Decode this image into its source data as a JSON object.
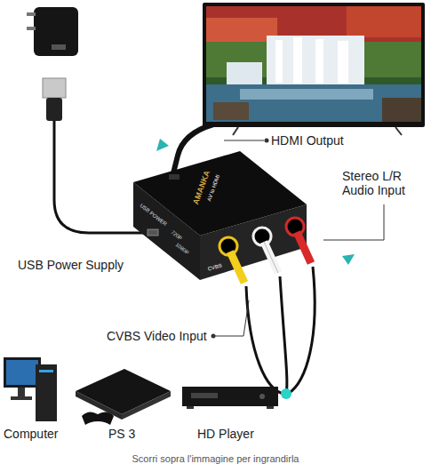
{
  "diagram": {
    "caption": "Scorri sopra l'immagine per ingrandirla",
    "labels": [
      "HDMI Output",
      "Stereo L/R Audio Input",
      "USB Power Supply",
      "CVBS Video Input",
      "Computer",
      "PS 3",
      "HD Player",
      "AMANKA",
      "AV to HDMI",
      "USB POWER",
      "720P",
      "1080P",
      "CVBS"
    ]
  }
}
